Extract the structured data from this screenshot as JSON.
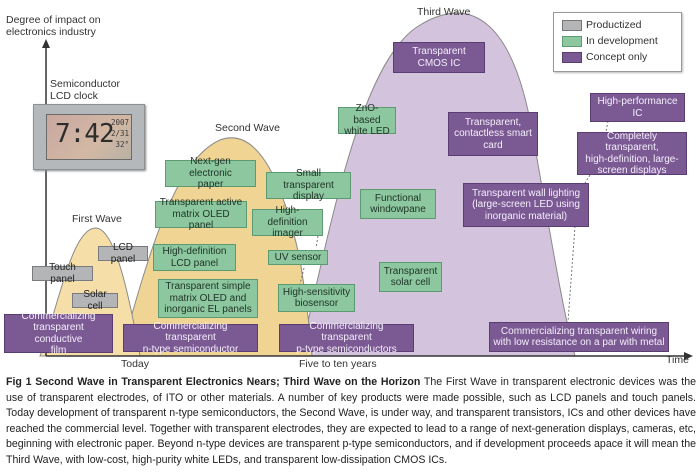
{
  "axes": {
    "y_label": "Degree of impact on\nelectronics industry",
    "x_label": "Time",
    "x_ticks": [
      "Today",
      "Five to ten years"
    ]
  },
  "waves": [
    {
      "name": "First Wave",
      "color": "#f5dea8"
    },
    {
      "name": "Second Wave",
      "color": "#f0d493"
    },
    {
      "name": "Third Wave",
      "color": "#d4c3dd"
    }
  ],
  "legend": {
    "items": [
      {
        "label": "Productized",
        "color": "#b4b5b7"
      },
      {
        "label": "In development",
        "color": "#8cc79f"
      },
      {
        "label": "Concept only",
        "color": "#7b5a94"
      }
    ]
  },
  "clock": {
    "caption": "Semiconductor\nLCD clock",
    "time": "7:42",
    "side_lines": [
      "2007",
      "2/31",
      "32°"
    ]
  },
  "items": {
    "touch_panel": "Touch panel",
    "lcd_panel": "LCD panel",
    "solar_cell": "Solar cell",
    "next_gen_paper": "Next-gen electronic\npaper",
    "active_matrix_oled": "Transparent active\nmatrix OLED panel",
    "hd_lcd_panel": "High-definition\nLCD panel",
    "simple_matrix_oled": "Transparent simple\nmatrix OLED and\ninorganic EL panels",
    "small_display": "Small transparent\ndisplay",
    "hd_imager": "High-definition\nimager",
    "uv_sensor": "UV sensor",
    "biosensor": "High-sensitivity\nbiosensor",
    "zno_led": "ZnO-based\nwhite LED",
    "windowpane": "Functional\nwindowpane",
    "transparent_solar": "Transparent\nsolar cell",
    "cmos_ic": "Transparent\nCMOS IC",
    "smart_card": "Transparent,\ncontactless smart\ncard",
    "wall_lighting": "Transparent wall lighting\n(large-screen LED using\ninorganic material)",
    "hp_ic": "High-performance\nIC",
    "large_displays": "Completely transparent,\nhigh-definition, large-\nscreen displays",
    "milestone_film": "Commercializing\ntransparent conductive\nfilm",
    "milestone_ntype": "Commercializing transparent\nn-type semiconductor",
    "milestone_ptype": "Commercializing transparent\np-type semiconductors",
    "milestone_wiring": "Commercializing transparent wiring\nwith low resistance on a par with metal"
  },
  "caption": {
    "title": "Fig 1  Second Wave in Transparent Electronics Nears; Third Wave on the Horizon",
    "body": "  The First Wave in transparent electronic devices was the use of transparent electrodes, of ITO or other materials. A number of key products were made possible, such as LCD panels and touch panels. Today development of transparent n-type semiconductors, the Second Wave, is under way, and transparent transistors, ICs and other devices have reached the commercial level. Together with transparent electrodes, they are expected to lead to a range of next-generation displays, cameras, etc, beginning with electronic paper. Beyond n-type devices are transparent p-type semiconductors, and if development proceeds apace it will mean the Third Wave, with low-cost, high-purity white LEDs, and transparent low-dissipation CMOS ICs."
  }
}
